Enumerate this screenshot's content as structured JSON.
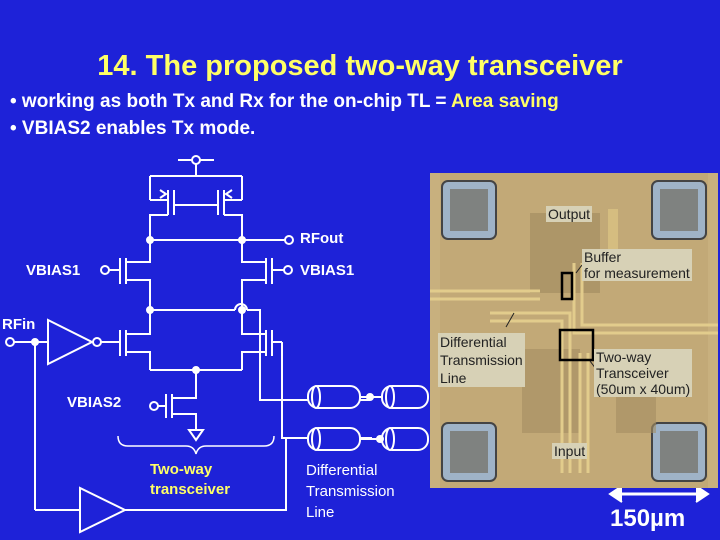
{
  "slide": {
    "title": "14. The proposed two-way transceiver",
    "bullet1_text": "• working as both Tx and Rx for the on-chip TL = ",
    "bullet1_highlight": "Area saving",
    "bullet2_text": "• VBIAS2 enables Tx mode."
  },
  "circuit": {
    "rfout_label": "RFout",
    "vbias1_left": "VBIAS1",
    "vbias1_right": "VBIAS1",
    "rfin_label": "RFin",
    "vbias2_label": "VBIAS2",
    "brace_caption": [
      "Two-way",
      "transceiver"
    ],
    "tl_caption": [
      "Differential",
      "Transmission",
      "Line"
    ]
  },
  "micrograph": {
    "output_label": "Output",
    "buffer_label": [
      "Buffer",
      "for measurement"
    ],
    "dtl_label": [
      "Differential",
      "Transmission",
      "Line"
    ],
    "twoway_label": [
      "Two-way",
      "Transceiver",
      "(50um x 40um)"
    ],
    "input_label": "Input",
    "scale_label": "150µm"
  },
  "colors": {
    "background": "#1e22d8",
    "title": "#ffff66",
    "text": "#ffffff",
    "chip_bg": "#c8b07e"
  }
}
